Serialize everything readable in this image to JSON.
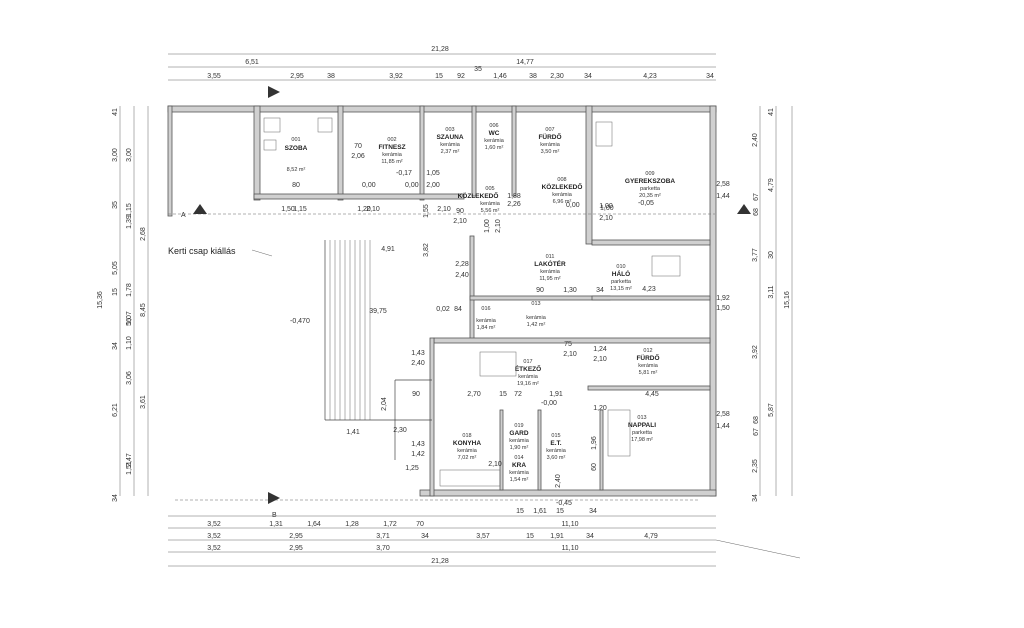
{
  "top_dims": {
    "total": "21,28",
    "row2": [
      "6,51",
      "14,77"
    ],
    "row3_mid": "35",
    "row4": [
      "3,55",
      "2,95",
      "38",
      "3,92",
      "15",
      "92",
      "1,46",
      "38",
      "2,30",
      "34",
      "4,23",
      "34"
    ]
  },
  "bottom_dims": {
    "row1": [
      "3,52",
      "1,31",
      "1,64",
      "1,28",
      "1,72",
      "70",
      "11,10"
    ],
    "row2": [
      "3,52",
      "2,95",
      "3,71",
      "34",
      "3,57",
      "15",
      "1,91",
      "34",
      "4,79"
    ],
    "row3": [
      "3,52",
      "2,95",
      "3,70",
      "11,10"
    ],
    "total": "21,28",
    "sub": [
      "15",
      "1,61",
      "15",
      "34"
    ]
  },
  "left_dims": [
    "41",
    "3,00",
    "3,00",
    "35",
    "1,15",
    "1,39",
    "2,68",
    "1,78",
    "15",
    "1,07",
    "56",
    "1,10",
    "34",
    "3,06",
    "3,61",
    "2,47",
    "6,21",
    "1,51",
    "34",
    "5,05",
    "8,45",
    "15,36"
  ],
  "right_dims": [
    "41",
    "2,40",
    "4,79",
    "67",
    "68",
    "3,77",
    "30",
    "3,11",
    "15,16",
    "3,92",
    "5,87",
    "68",
    "67",
    "2,35",
    "34"
  ],
  "rooms": [
    {
      "id": "001",
      "name": "SZOBA",
      "floor": "",
      "area": "8,52 m²"
    },
    {
      "id": "002",
      "name": "FITNESZ",
      "floor": "kerámia",
      "area": "11,85 m²"
    },
    {
      "id": "003",
      "name": "SZAUNA",
      "floor": "kerámia",
      "area": "2,37 m²"
    },
    {
      "id": "006",
      "name": "WC",
      "floor": "kerámia",
      "area": "1,60 m²"
    },
    {
      "id": "007",
      "name": "FÜRDŐ",
      "floor": "kerámia",
      "area": "3,50 m²"
    },
    {
      "id": "009",
      "name": "GYEREKSZOBA",
      "floor": "parketta",
      "area": "20,35 m²"
    },
    {
      "id": "005",
      "name": "KÖZLEKEDŐ",
      "floor": "kerámia",
      "area": "5,56 m²"
    },
    {
      "id": "008",
      "name": "KÖZLEKEDŐ",
      "floor": "kerámia",
      "area": "6,96 m²"
    },
    {
      "id": "011",
      "name": "LAKÓTÉR",
      "floor": "kerámia",
      "area": "11,95 m²"
    },
    {
      "id": "010",
      "name": "HÁLÓ",
      "floor": "parketta",
      "area": "13,15 m²"
    },
    {
      "id": "016",
      "name": "",
      "floor": "kerámia",
      "area": "1,84 m²"
    },
    {
      "id": "013",
      "name": "",
      "floor": "kerámia",
      "area": "1,42 m²"
    },
    {
      "id": "017",
      "name": "ÉTKEZŐ",
      "floor": "kerámia",
      "area": "19,16 m²"
    },
    {
      "id": "012",
      "name": "FÜRDŐ",
      "floor": "kerámia",
      "area": "5,81 m²"
    },
    {
      "id": "018",
      "name": "KONYHA",
      "floor": "kerámia",
      "area": "7,02 m²"
    },
    {
      "id": "019",
      "name": "GARD",
      "floor": "kerámia",
      "area": "1,90 m²"
    },
    {
      "id": "014",
      "name": "KRA",
      "floor": "kerámia",
      "area": "1,54 m²"
    },
    {
      "id": "015",
      "name": "E.T.",
      "floor": "kerámia",
      "area": "3,60 m²"
    },
    {
      "id": "013",
      "name": "NAPPALI",
      "floor": "parketta",
      "area": "17,98 m²"
    }
  ],
  "levels": [
    "-0,17",
    "-0,05",
    "-0,470",
    "-0,00",
    "-0,45",
    "0,00",
    "0,00",
    "0,00",
    "1,00"
  ],
  "interior_dims": [
    "70",
    "2,06",
    "1,05",
    "2,00",
    "80",
    "1,50",
    "1,15",
    "1,20",
    "2,10",
    "1,55",
    "2,10",
    "4,91",
    "3,82",
    "2,28",
    "2,40",
    "90",
    "2,10",
    "1,00",
    "2,10",
    "1,88",
    "2,26",
    "1,00",
    "2,10",
    "2,58",
    "1,44",
    "1,92",
    "1,50",
    "90",
    "1,30",
    "34",
    "4,23",
    "39,75",
    "0,02",
    "84",
    "1,43",
    "2,40",
    "2,70",
    "72",
    "15",
    "1,91",
    "1,24",
    "2,10",
    "75",
    "2,10",
    "4,45",
    "2,58",
    "1,44",
    "1,41",
    "2,30",
    "2,04",
    "90",
    "1,43",
    "1,42",
    "1,25",
    "2,10",
    "1,96",
    "60",
    "2,40",
    "1,20"
  ],
  "labels": {
    "garden_tap": "Kerti csap kiállás",
    "section_a": "A",
    "section_b": "B"
  }
}
